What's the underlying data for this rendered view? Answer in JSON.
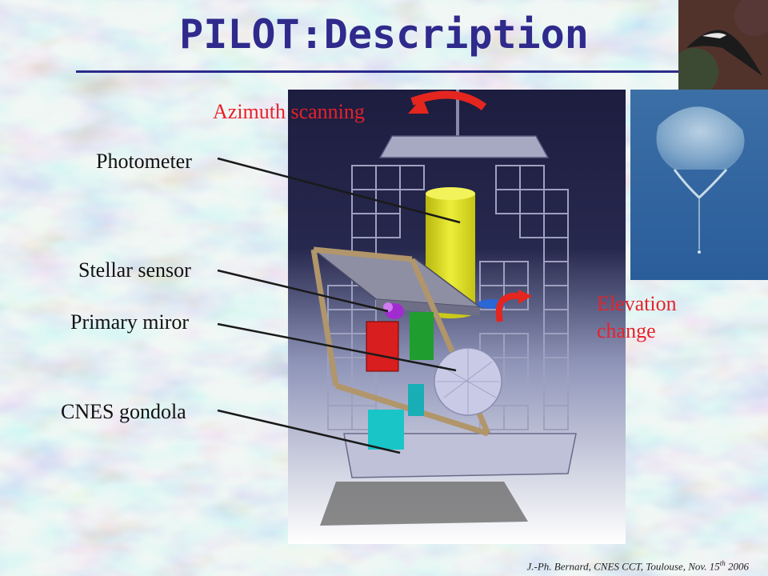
{
  "slide": {
    "title": "PILOT:Description",
    "footer_text": "J.-Ph. Bernard, CNES CCT, Toulouse, Nov. 15",
    "footer_sup": "th",
    "footer_year": " 2006"
  },
  "labels": {
    "azimuth": "Azimuth  scanning",
    "photometer": "Photometer",
    "stellar": "Stellar sensor",
    "primary": "Primary miror",
    "gondola": "CNES gondola",
    "elevation_line1": "Elevation",
    "elevation_line2": "change"
  },
  "colors": {
    "title": "#2f2a8c",
    "red_label": "#e8212a",
    "photometer": "#dede1a",
    "navy": "#1a1a3c"
  }
}
